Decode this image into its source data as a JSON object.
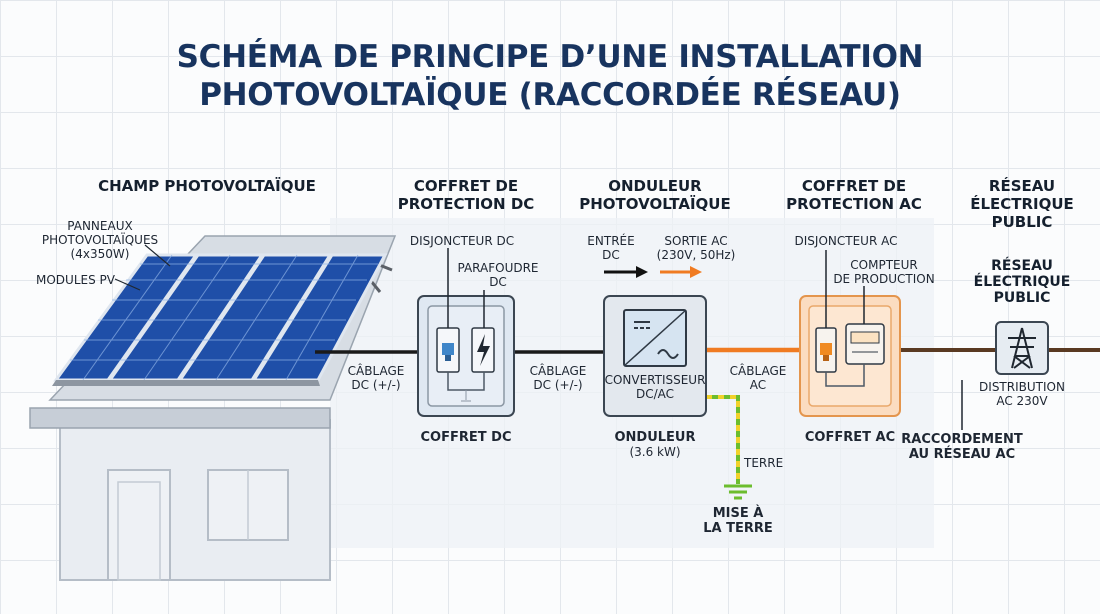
{
  "title": {
    "line1": "SCHÉMA DE PRINCIPE D’UNE INSTALLATION",
    "line2": "PHOTOVOLTAÏQUE (RACCORDÉE RÉSEAU)"
  },
  "sections": {
    "pv_field": "CHAMP PHOTOVOLTAÏQUE",
    "dc_box": {
      "line1": "COFFRET DE",
      "line2": "PROTECTION DC"
    },
    "inverter": {
      "line1": "ONDULEUR",
      "line2": "PHOTOVOLTAÏQUE"
    },
    "ac_box": {
      "line1": "COFFRET DE",
      "line2": "PROTECTION AC"
    },
    "grid": {
      "line1": "RÉSEAU",
      "line2": "ÉLECTRIQUE",
      "line3": "PUBLIC"
    }
  },
  "labels": {
    "panels": {
      "line1": "PANNEAUX",
      "line2": "PHOTOVOLTAÏQUES",
      "line3": "(4x350W)"
    },
    "modules": "MODULES PV",
    "dc_cable_1": {
      "line1": "CÂBLAGE",
      "line2": "DC (+/-)"
    },
    "dc_cable_2": {
      "line1": "CÂBLAGE",
      "line2": "DC (+/-)"
    },
    "dc_breaker": "DISJONCTEUR DC",
    "surge": {
      "line1": "PARAFOUDRE",
      "line2": "DC"
    },
    "dc_box_name": "COFFRET DC",
    "input_dc": {
      "line1": "ENTRÉE",
      "line2": "DC"
    },
    "output_ac": {
      "line1": "SORTIE AC",
      "line2": "(230V, 50Hz)"
    },
    "converter": {
      "line1": "CONVERTISSEUR",
      "line2": "DC/AC"
    },
    "inverter_name": {
      "line1": "ONDULEUR",
      "line2": "(3.6 kW)"
    },
    "ac_cable": {
      "line1": "CÂBLAGE",
      "line2": "AC"
    },
    "earth": "TERRE",
    "grounding": {
      "line1": "MISE À",
      "line2": "LA TERRE"
    },
    "ac_breaker": "DISJONCTEUR AC",
    "meter": {
      "line1": "COMPTEUR",
      "line2": "DE PRODUCTION"
    },
    "ac_box_name": "COFFRET AC",
    "grid_connection": {
      "line1": "RACCORDEMENT",
      "line2": "AU RÉSEAU AC"
    },
    "grid_right": {
      "line1": "RÉSEAU",
      "line2": "ÉLECTRIQUE",
      "line3": "PUBLIC"
    },
    "distribution": {
      "line1": "DISTRIBUTION",
      "line2": "AC 230V"
    }
  },
  "colors": {
    "title": "#18345f",
    "dc_cable": "#1a1a1a",
    "ac_cable": "#f07b22",
    "grid_cable": "#5a3a22",
    "earth": "#6cbd2e",
    "panel": "#1f4fa8",
    "ac_box_fill": "#fbdcc0"
  }
}
